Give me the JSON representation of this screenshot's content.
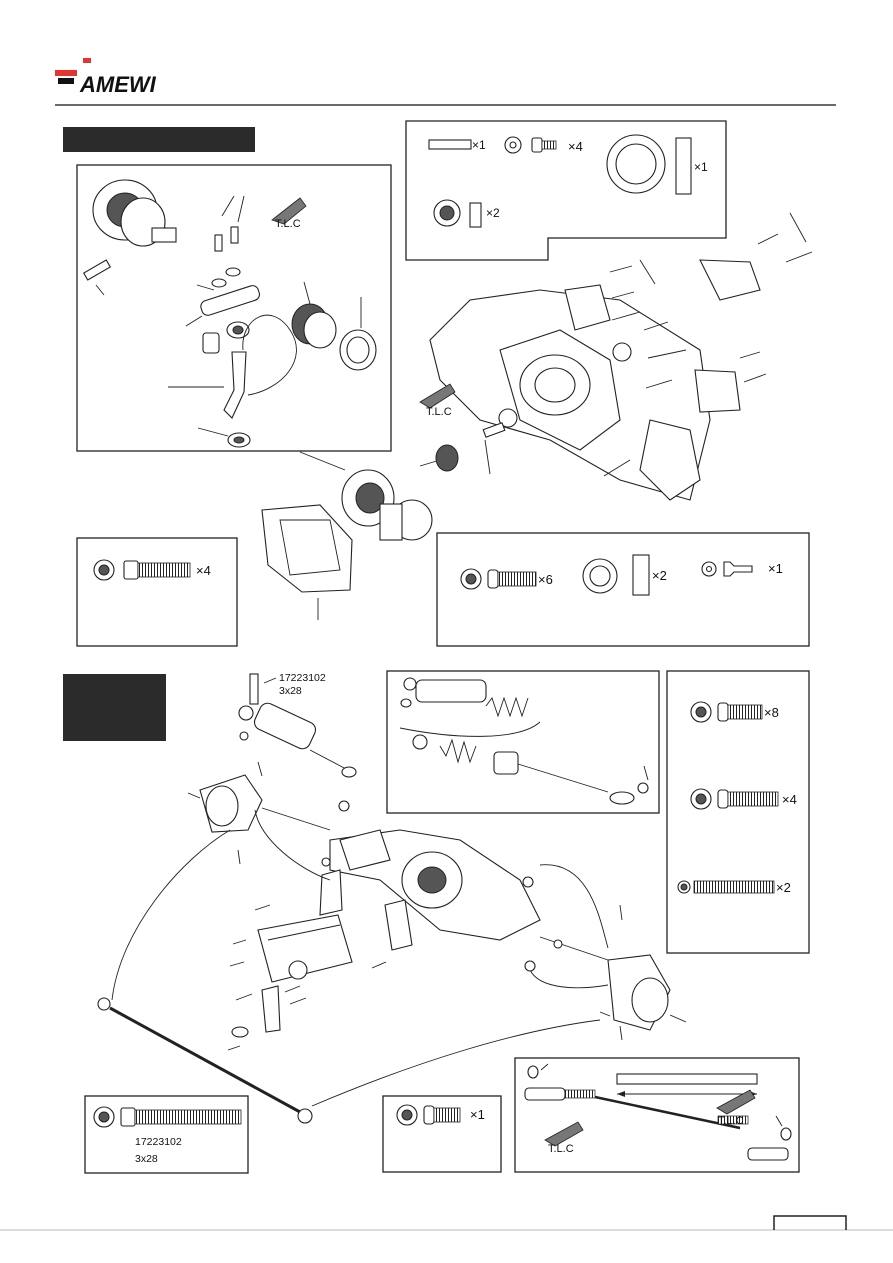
{
  "brand": {
    "name": "AMEWI",
    "accent": "#e3342f"
  },
  "common": {
    "tlc_text": "T.L.C"
  },
  "step_a": {
    "parts_top": {
      "qty_pin": "×1",
      "qty_screws": "×4",
      "qty_bearing": "×1",
      "qty_ring": "×2"
    },
    "parts_left": {
      "qty": "×4"
    },
    "parts_right": {
      "qty_screws": "×6",
      "qty_bearing": "×2",
      "qty_small": "×1"
    }
  },
  "step_b": {
    "callout_part_no": "17223102",
    "callout_size": "3x28",
    "parts_right": {
      "qty_a": "×8",
      "qty_b": "×4",
      "qty_c": "×2"
    },
    "parts_bottom_left": {
      "part_no": "17223102",
      "size": "3x28"
    },
    "parts_bottom_mid": {
      "qty": "×1"
    }
  }
}
